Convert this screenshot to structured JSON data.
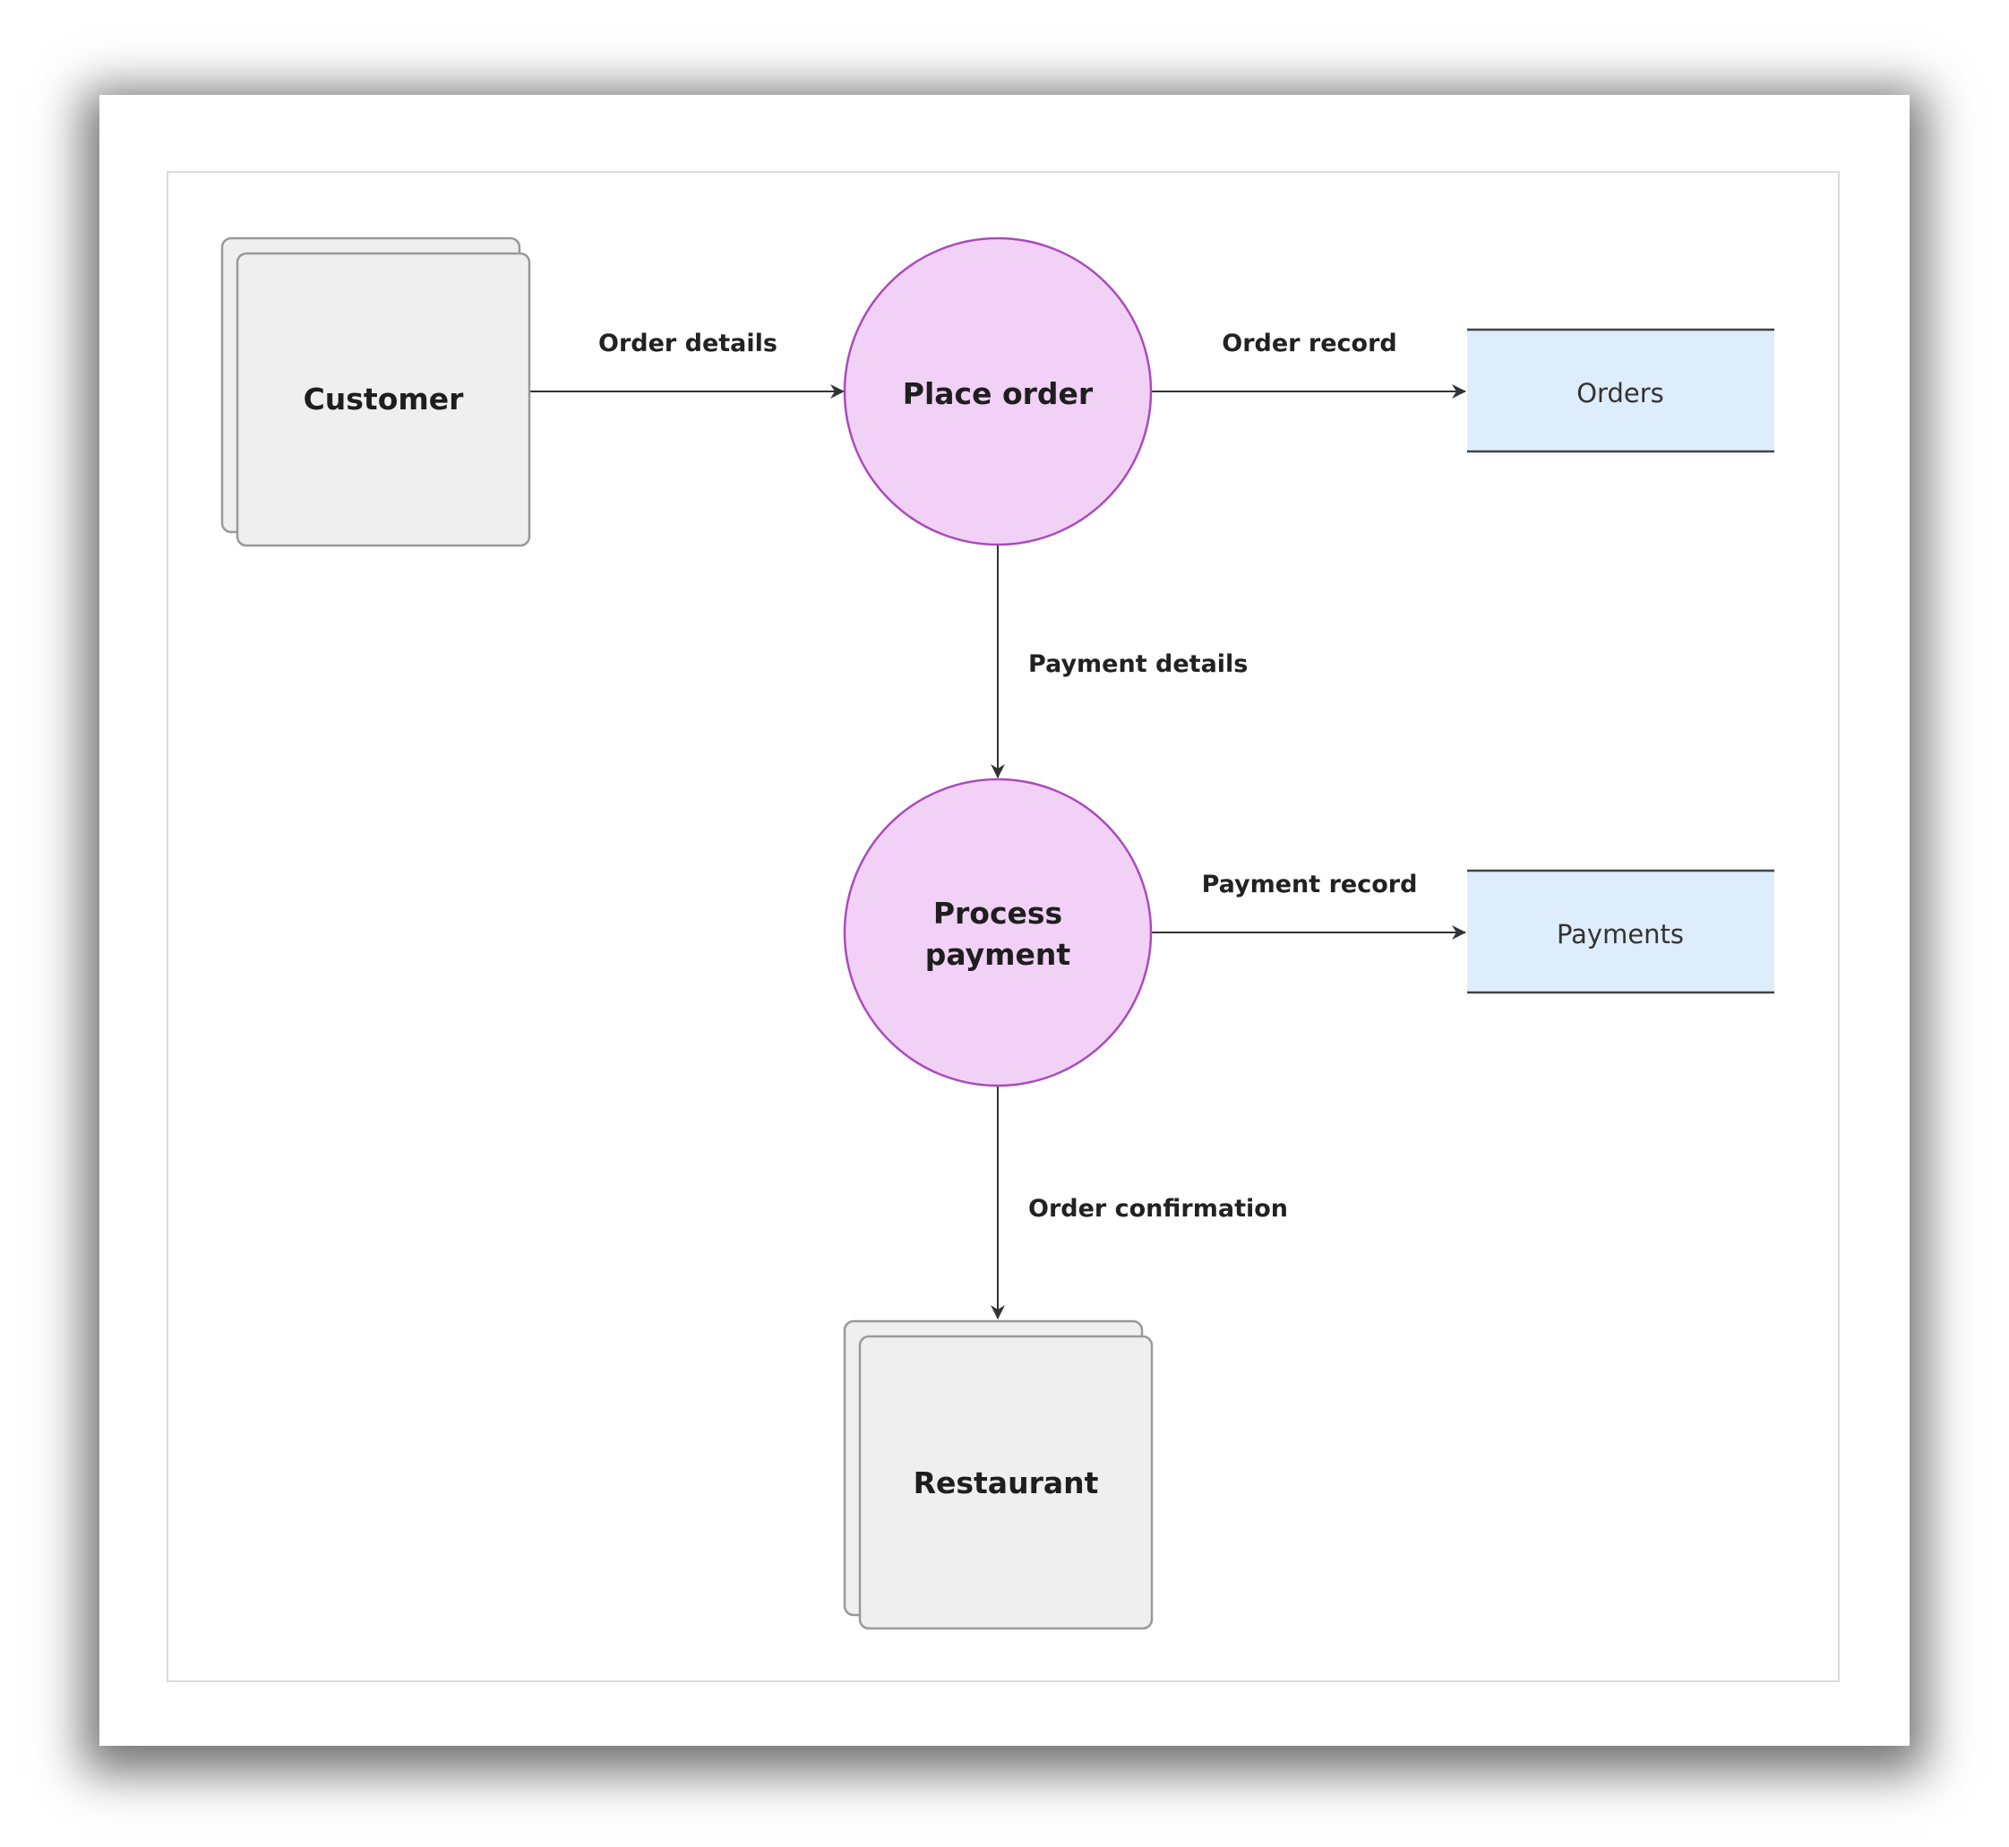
{
  "diagram": {
    "entities": {
      "customer": {
        "label": "Customer"
      },
      "restaurant": {
        "label": "Restaurant"
      }
    },
    "processes": {
      "place_order": {
        "label": "Place order"
      },
      "process_payment": {
        "label_line1": "Process",
        "label_line2": "payment"
      }
    },
    "stores": {
      "orders": {
        "label": "Orders"
      },
      "payments": {
        "label": "Payments"
      }
    },
    "flows": {
      "order_details": "Order details",
      "order_record": "Order record",
      "payment_details": "Payment details",
      "payment_record": "Payment record",
      "order_confirmation": "Order confirmation"
    },
    "colors": {
      "process_fill": "#f2d1f7",
      "process_stroke": "#a94bbd",
      "entity_fill": "#efefef",
      "entity_stroke": "#999999",
      "store_fill": "#deedfb",
      "store_stroke": "#444444",
      "arrow": "#333333"
    }
  }
}
